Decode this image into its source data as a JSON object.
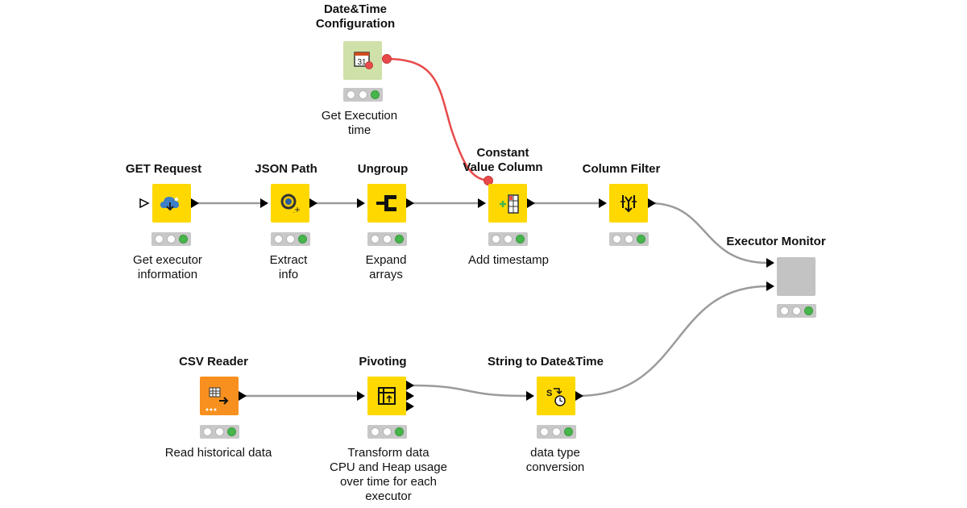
{
  "workflow": {
    "nodes": {
      "datetime_config": {
        "title_line1": "Date&Time",
        "title_line2": "Configuration",
        "desc_line1": "Get Execution",
        "desc_line2": "time",
        "icon": "calendar-icon",
        "color": "#cfe0a8"
      },
      "get_request": {
        "title": "GET Request",
        "desc_line1": "Get executor",
        "desc_line2": "information",
        "icon": "cloud-download-icon",
        "color": "#ffd800"
      },
      "json_path": {
        "title": "JSON Path",
        "desc_line1": "Extract",
        "desc_line2": "info",
        "icon": "json-path-icon",
        "color": "#ffd800"
      },
      "ungroup": {
        "title": "Ungroup",
        "desc_line1": "Expand",
        "desc_line2": "arrays",
        "icon": "ungroup-icon",
        "color": "#ffd800"
      },
      "constant_value_column": {
        "title_line1": "Constant",
        "title_line2": "Value Column",
        "desc": "Add timestamp",
        "icon": "add-column-icon",
        "color": "#ffd800"
      },
      "column_filter": {
        "title": "Column Filter",
        "icon": "filter-columns-icon",
        "color": "#ffd800"
      },
      "executor_monitor": {
        "title": "Executor Monitor",
        "icon": "component-icon",
        "color": "#c3c3c3"
      },
      "csv_reader": {
        "title": "CSV Reader",
        "desc": "Read historical data",
        "icon": "table-reader-icon",
        "color": "#f7901e"
      },
      "pivoting": {
        "title": "Pivoting",
        "desc_line1": "Transform data",
        "desc_line2": "CPU and Heap usage",
        "desc_line3": "over time for each",
        "desc_line4": "executor",
        "icon": "pivot-icon",
        "color": "#ffd800"
      },
      "string_to_datetime": {
        "title": "String to Date&Time",
        "desc_line1": "data type",
        "desc_line2": "conversion",
        "icon": "string-to-date-icon",
        "color": "#ffd800"
      }
    },
    "colors": {
      "data_wire": "#9b9b9b",
      "variable_wire": "#e84a4a",
      "status_green": "#46b54b"
    }
  }
}
